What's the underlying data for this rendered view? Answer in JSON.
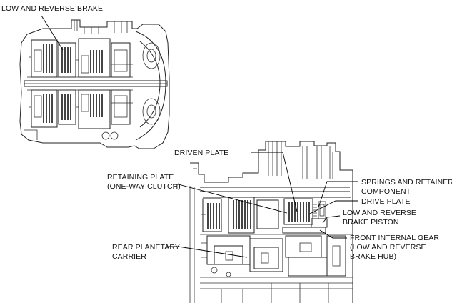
{
  "labels": {
    "low_reverse_brake_top": "LOW AND REVERSE BRAKE",
    "driven_plate": "DRIVEN PLATE",
    "retaining_plate_1": "RETAINING PLATE",
    "retaining_plate_2": "(ONE-WAY CLUTCH)",
    "springs_retainer_1": "SPRINGS AND RETAINER",
    "springs_retainer_2": "COMPONENT",
    "drive_plate": "DRIVE PLATE",
    "low_reverse_piston_1": "LOW AND REVERSE",
    "low_reverse_piston_2": "BRAKE PISTON",
    "front_internal_gear_1": "FRONT INTERNAL GEAR",
    "front_internal_gear_2": "(LOW AND REVERSE",
    "front_internal_gear_3": "BRAKE HUB)",
    "rear_planetary_1": "REAR PLANETARY",
    "rear_planetary_2": "CARRIER"
  },
  "colors": {
    "ink": "#222222",
    "background": "#ffffff"
  }
}
